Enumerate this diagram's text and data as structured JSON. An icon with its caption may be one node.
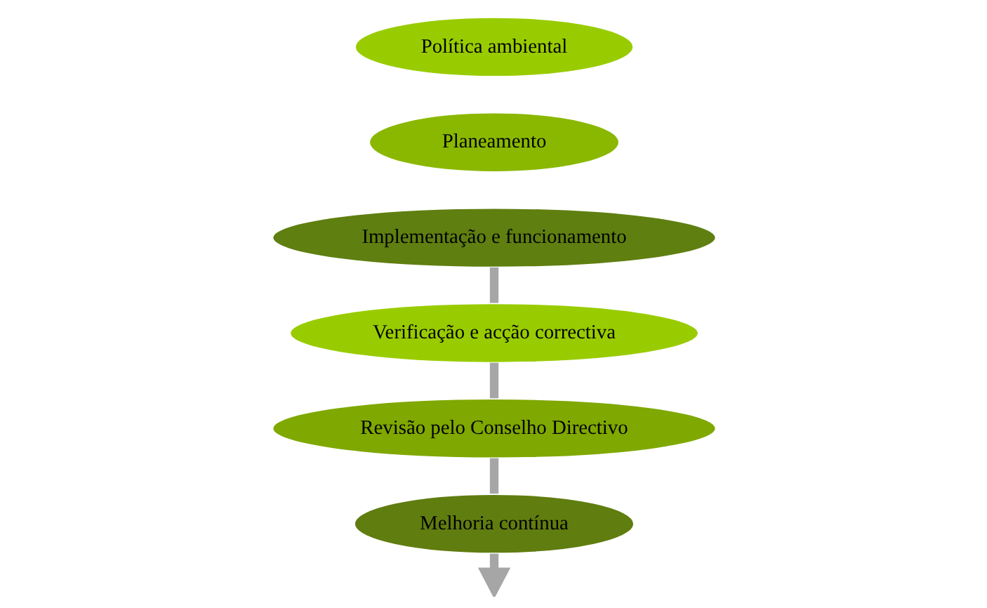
{
  "diagram": {
    "nodes": [
      {
        "text": [
          "Política ambiental"
        ]
      },
      {
        "text": [
          "Planeamento"
        ]
      },
      {
        "text": [
          "Implementação e funcionamento"
        ]
      },
      {
        "text": [
          "Verificação e acção correctiva"
        ]
      },
      {
        "text": [
          "Revisão pelo Conselho Directivo"
        ]
      },
      {
        "text": [
          "Melhoria contínua"
        ]
      }
    ],
    "edges": [
      {
        "from": 2,
        "to": 3,
        "arrow": "none"
      },
      {
        "from": 3,
        "to": 4,
        "arrow": "none"
      },
      {
        "from": 4,
        "to": 5,
        "arrow": "none"
      },
      {
        "from": 5,
        "to": null,
        "arrow": "to"
      }
    ]
  }
}
